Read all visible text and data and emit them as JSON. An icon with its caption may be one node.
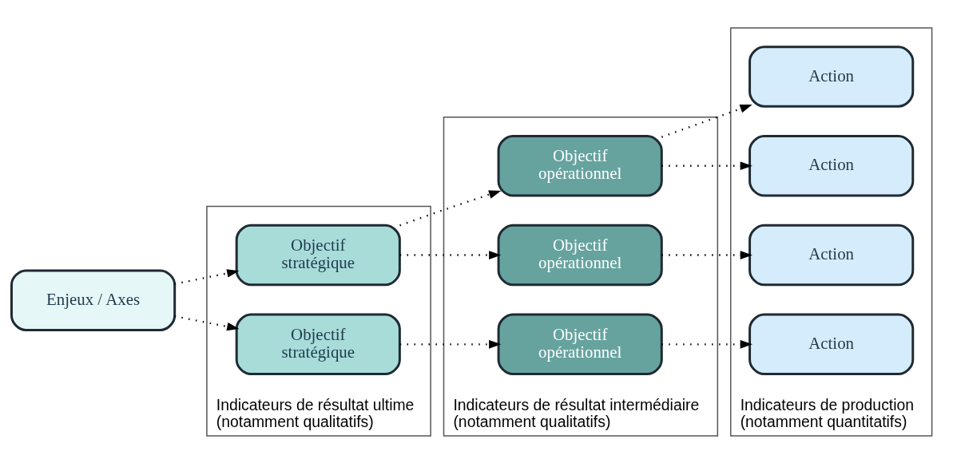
{
  "diagram": {
    "nodes": [
      {
        "text": [
          "Enjeux / Axes"
        ]
      },
      {
        "text": [
          "Indicateurs de résultat ultime (notamment qualitatifs)"
        ]
      },
      {
        "text": [
          "Objectif stratégique"
        ],
        "in": 1
      },
      {
        "text": [
          "Objectif stratégique"
        ],
        "in": 1
      },
      {
        "text": [
          "Indicateurs de résultat intermédiaire (notamment qualitatifs)"
        ]
      },
      {
        "text": [
          "Objectif opérationnel"
        ],
        "in": 4
      },
      {
        "text": [
          "Objectif opérationnel"
        ],
        "in": 4
      },
      {
        "text": [
          "Objectif opérationnel"
        ],
        "in": 4
      },
      {
        "text": [
          "Indicateurs de production (notamment quantitatifs)"
        ]
      },
      {
        "text": [
          "Action"
        ],
        "in": 8
      },
      {
        "text": [
          "Action"
        ],
        "in": 8
      },
      {
        "text": [
          "Action"
        ],
        "in": 8
      },
      {
        "text": [
          "Action"
        ],
        "in": 8
      }
    ],
    "edges": [
      {
        "from": 0,
        "to": 2,
        "arrow": "to"
      },
      {
        "from": 0,
        "to": 3,
        "arrow": "to"
      },
      {
        "from": 2,
        "to": 5,
        "arrow": "to"
      },
      {
        "from": 2,
        "to": 6,
        "arrow": "to"
      },
      {
        "from": 3,
        "to": 7,
        "arrow": "to"
      },
      {
        "from": 5,
        "to": 9,
        "arrow": "to"
      },
      {
        "from": 5,
        "to": 10,
        "arrow": "to"
      },
      {
        "from": 6,
        "to": 11,
        "arrow": "to"
      },
      {
        "from": 7,
        "to": 12,
        "arrow": "to"
      }
    ]
  }
}
